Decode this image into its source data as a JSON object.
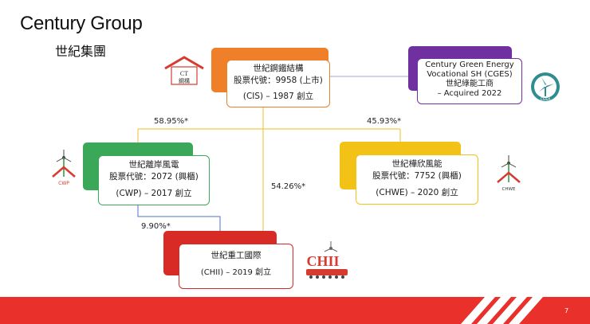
{
  "title": "Century Group",
  "subtitle": "世紀集團",
  "cis": {
    "name": "世紀鋼鐵結構",
    "code": "股票代號：9958 (上市)",
    "founded": "(CIS) – 1987 創立",
    "logo_text": "CT",
    "logo_sub": "鋼構"
  },
  "cges": {
    "line1": "Century Green Energy",
    "line2": "Vocational SH (CGES)",
    "line3": "世紀綠能工商",
    "line4": "– Acquired 2022",
    "logo_text": "CGEA"
  },
  "cwp": {
    "name": "世紀離岸風電",
    "code": "股票代號：2072 (興櫃)",
    "founded": "(CWP) – 2017 創立",
    "logo_text": "CWP"
  },
  "chwe": {
    "name": "世紀樺欣風能",
    "code": "股票代號：7752 (興櫃)",
    "founded": "(CHWE) – 2020 創立",
    "logo_text": "CHWE"
  },
  "chii": {
    "name": "世紀重工國際",
    "founded": "(CHII) – 2019 創立",
    "logo_text": "CHII"
  },
  "ownership": {
    "cwp": "58.95%*",
    "chwe": "45.93%*",
    "chii_from_cis": "54.26%*",
    "chii_from_cwp": "9.90%*"
  },
  "colors": {
    "orange": "#f07f2a",
    "purple": "#7030a0",
    "green": "#3aa858",
    "yellow": "#f3c216",
    "red": "#d92b26",
    "footer": "#e9302a"
  },
  "page_number": "7"
}
